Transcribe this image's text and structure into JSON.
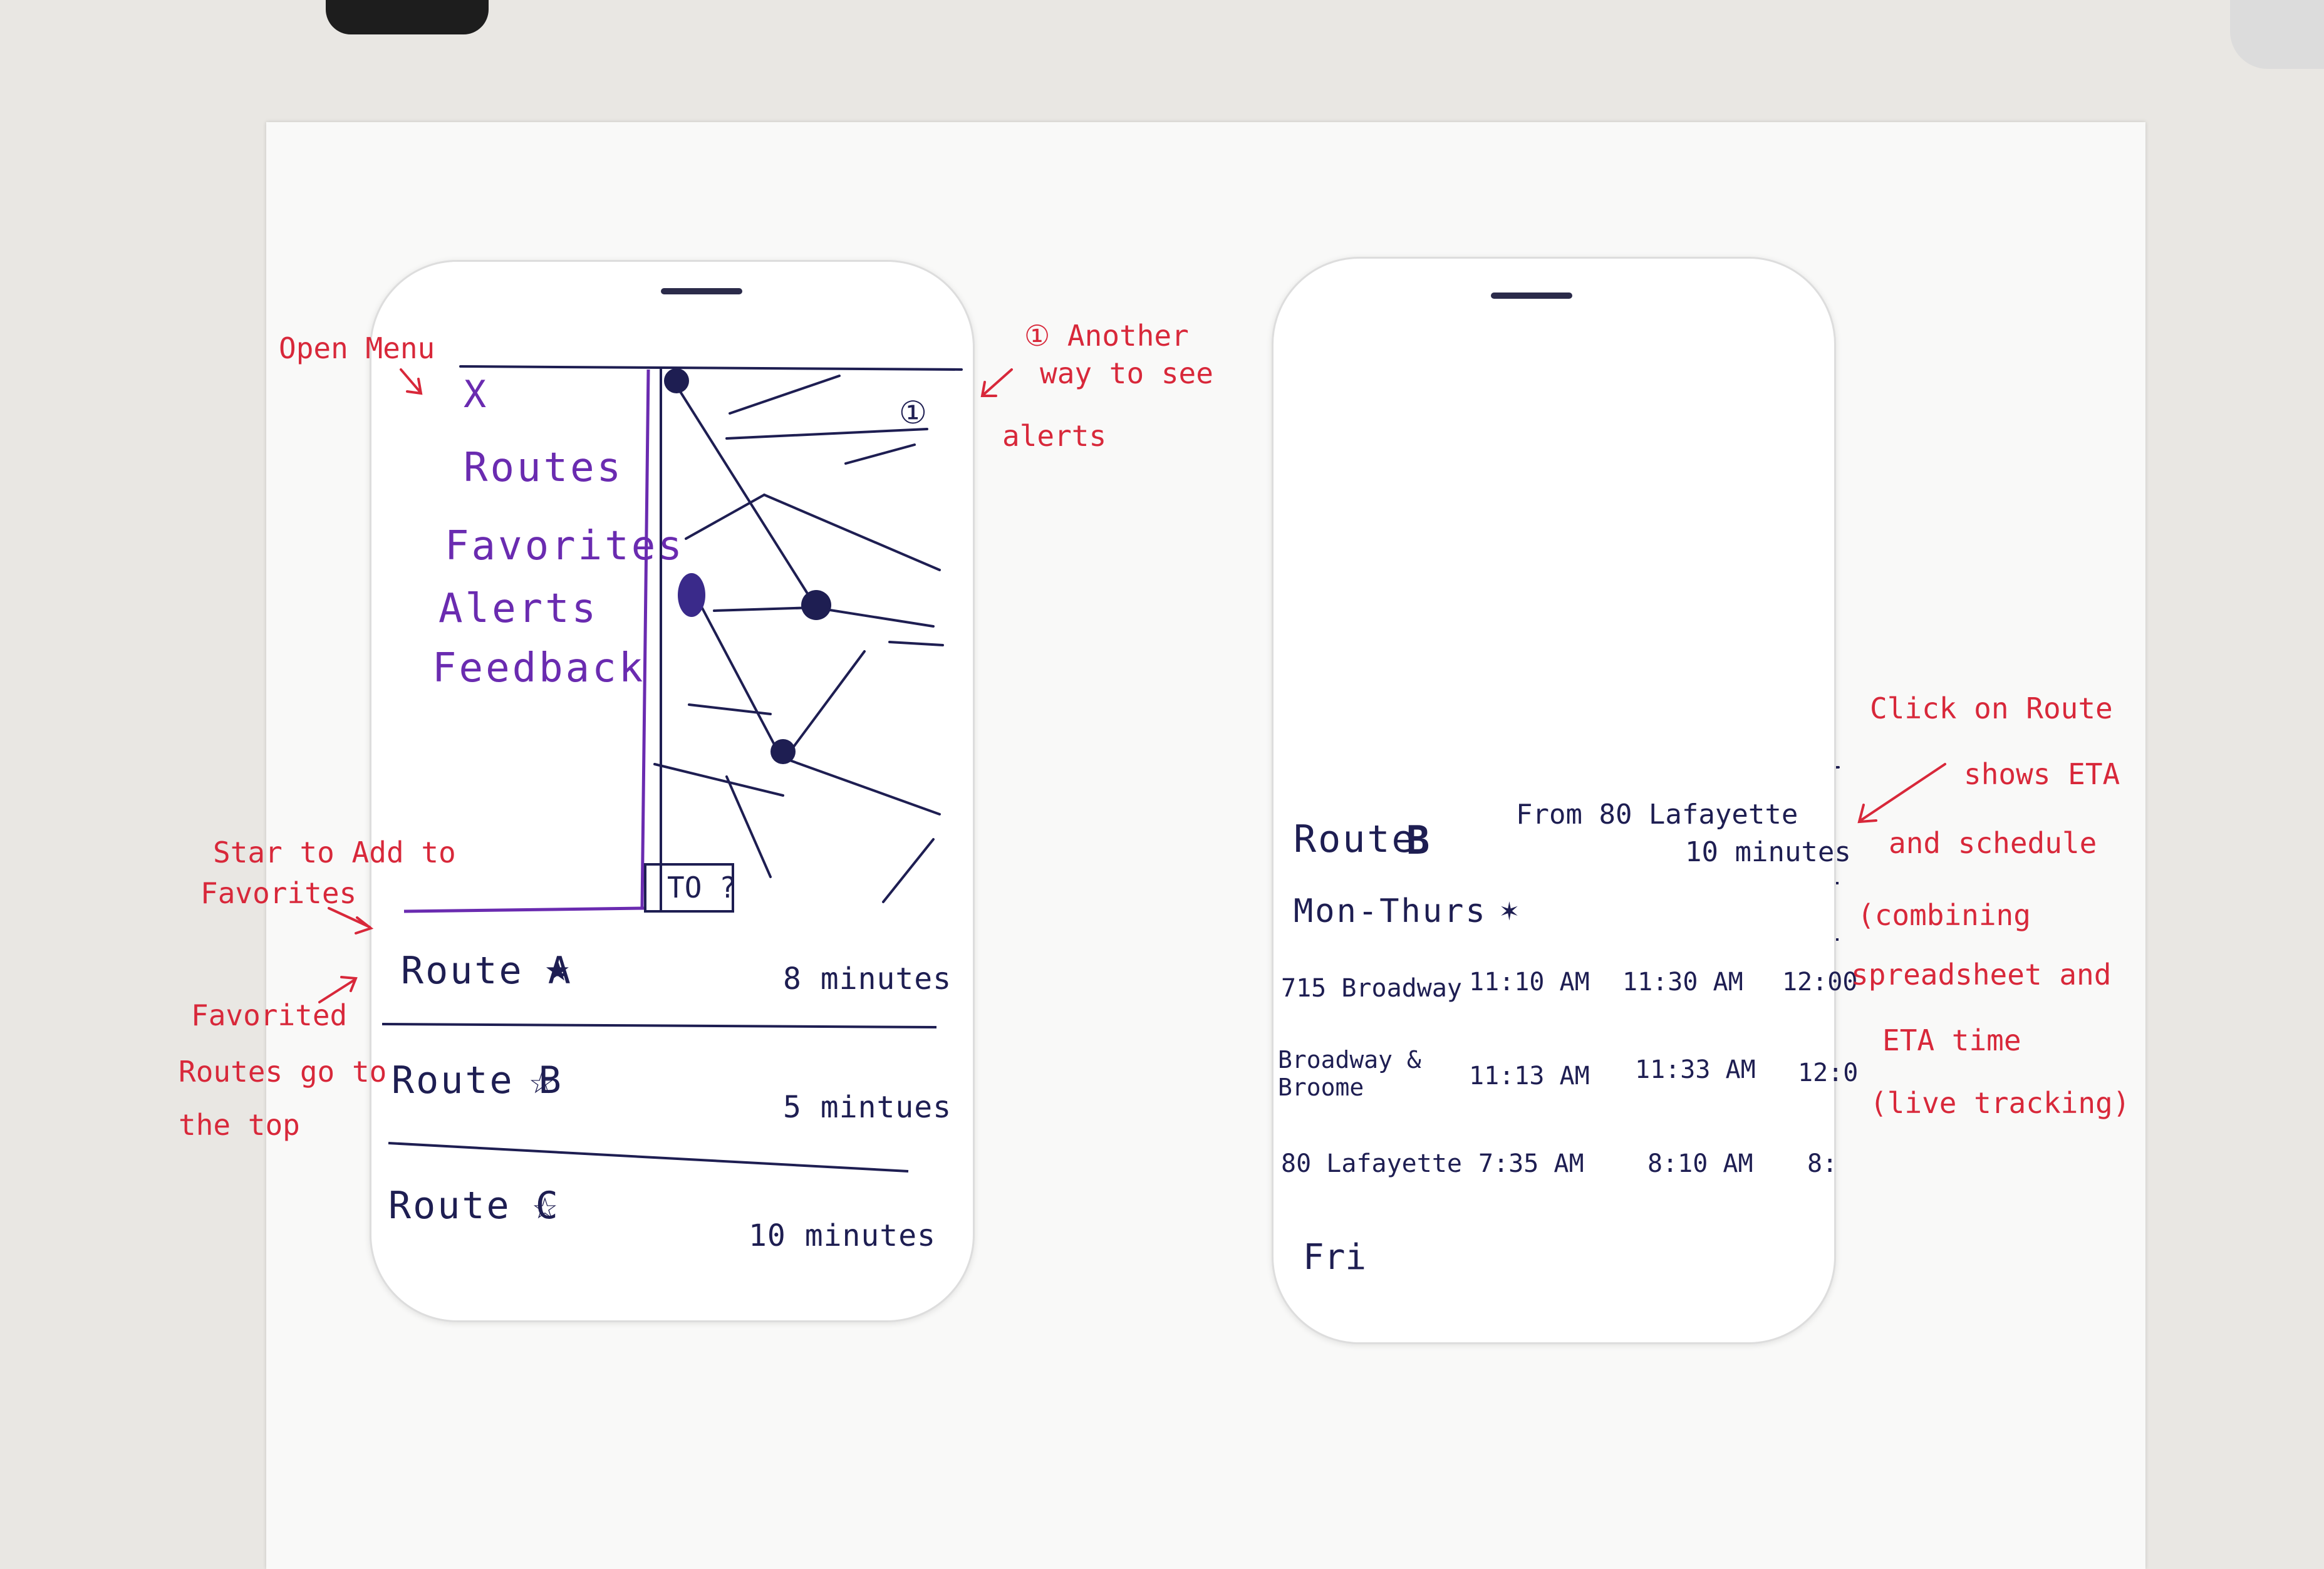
{
  "left_phone": {
    "menu": {
      "close": "X",
      "items": [
        "Routes",
        "Favorites",
        "Alerts",
        "Feedback"
      ]
    },
    "alert_icon": "①",
    "to_button": "TO ?",
    "routes": [
      {
        "label": "Route A",
        "star": "★",
        "time": "8 minutes",
        "favorited": true
      },
      {
        "label": "Route B",
        "star": "☆",
        "time": "5 mintues",
        "favorited": false
      },
      {
        "label": "Route C",
        "star": "☆",
        "time": "10 minutes",
        "favorited": false
      }
    ]
  },
  "right_phone": {
    "route_title": "Route",
    "route_letter": "B",
    "from": "From 80 Lafayette",
    "eta": "10 minutes",
    "day_range": "Mon-Thurs",
    "stops": [
      {
        "name": "715 Broadway",
        "times": [
          "11:10 AM",
          "11:30 AM",
          "12:00"
        ]
      },
      {
        "name": "Broadway & Broome",
        "times": [
          "11:13 AM",
          "11:33 AM",
          "12:0"
        ]
      },
      {
        "name": "80 Lafayette",
        "times": [
          "7:35 AM",
          "8:10 AM",
          "8:"
        ]
      }
    ],
    "day_select": "Fri"
  },
  "annotations": {
    "open_menu": "Open Menu",
    "alerts_note_1": "① Another",
    "alerts_note_2": "way to see",
    "alerts_note_3": "alerts",
    "star_note_1": "Star to Add to",
    "star_note_2": "Favorites",
    "fav_note_1": "Favorited",
    "fav_note_2": "Routes go to",
    "fav_note_3": "the top",
    "route_note_1": "Click on Route",
    "route_note_2": "shows ETA",
    "route_note_3": "and schedule",
    "route_note_4": "(combining",
    "route_note_5": "spreadsheet and",
    "route_note_6": "ETA time",
    "route_note_7": "(live tracking)"
  },
  "colors": {
    "ink_blue": "#1e1e52",
    "ink_purple": "#6a2bb0",
    "ink_red": "#d8283a"
  }
}
